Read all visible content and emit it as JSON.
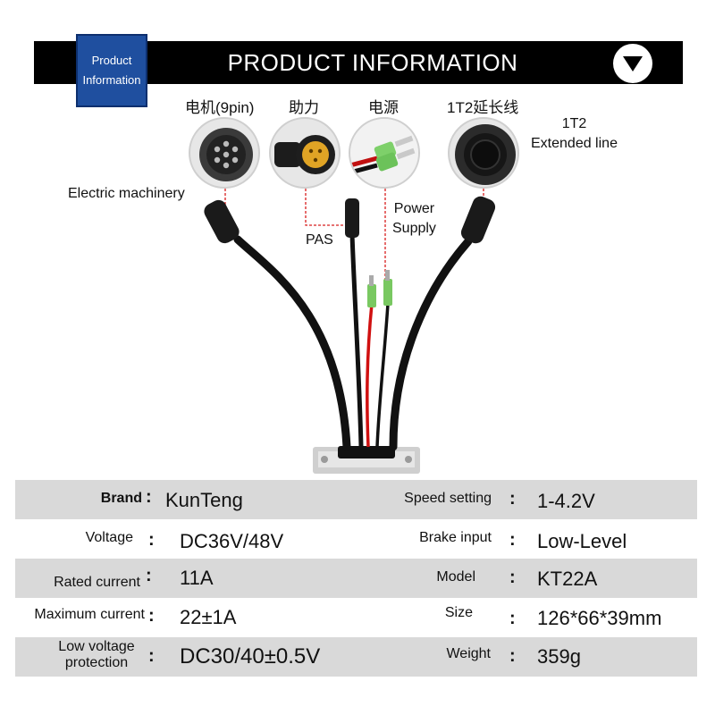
{
  "badge": {
    "line1": "Product",
    "line2": "Information"
  },
  "header": {
    "title": "PRODUCT INFORMATION"
  },
  "connectors": [
    {
      "cn_label": "电机(9pin)",
      "en_label": "Electric machinery"
    },
    {
      "cn_label": "助力",
      "en_label": "PAS"
    },
    {
      "cn_label": "电源",
      "en_label_line1": "Power",
      "en_label_line2": "Supply"
    },
    {
      "cn_label": "1T2延长线",
      "en_label_line1": "1T2",
      "en_label_line2": "Extended line"
    }
  ],
  "specs": [
    {
      "left_key": "Brand",
      "left_value": "KunTeng",
      "right_key": "Speed setting",
      "right_value": "1-4.2V"
    },
    {
      "left_key": "Voltage",
      "left_value": "DC36V/48V",
      "right_key": "Brake input",
      "right_value": "Low-Level"
    },
    {
      "left_key": "Rated current",
      "left_value": "11A",
      "right_key": "Model",
      "right_value": "KT22A"
    },
    {
      "left_key": "Maximum current",
      "left_value": "22±1A",
      "right_key": "Size",
      "right_value": "126*66*39mm"
    },
    {
      "left_key_line1": "Low voltage",
      "left_key_line2": "protection",
      "left_value": "DC30/40±0.5V",
      "right_key": "Weight",
      "right_value": "359g"
    }
  ],
  "colon": ":",
  "colors": {
    "header_bg": "#000000",
    "badge_bg": "#1f4f9f",
    "row_shade": "#d9d9d9",
    "wire_red": "#d01010",
    "pointer_red": "#d81e1e"
  }
}
